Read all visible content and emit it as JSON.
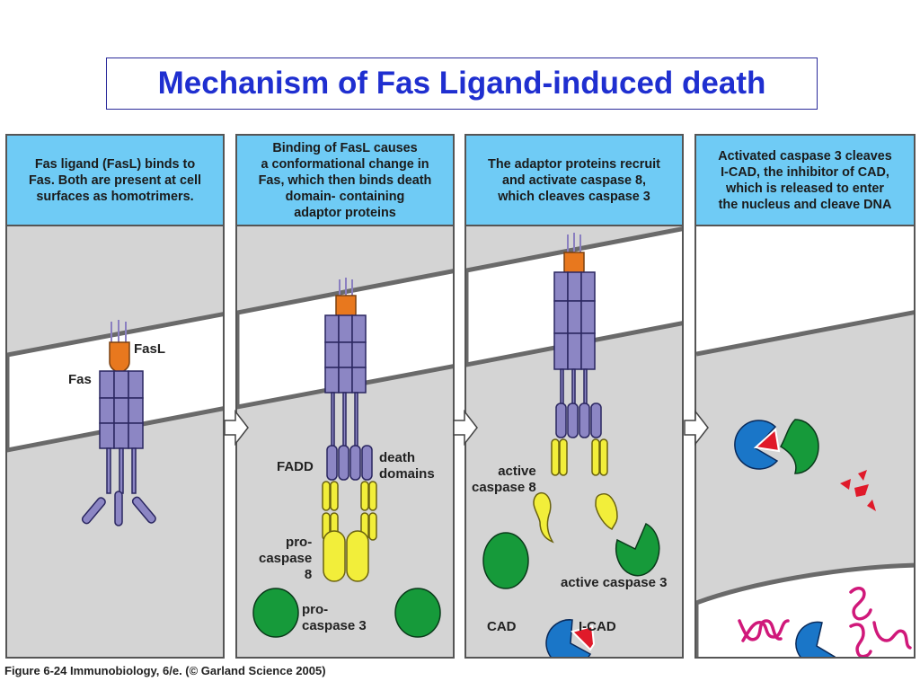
{
  "title": "Mechanism of Fas Ligand-induced death",
  "panels": [
    {
      "caption": "Fas ligand (FasL) binds to\nFas. Both are present at cell\nsurfaces as homotrimers.",
      "labels": {
        "fasl": "FasL",
        "fas": "Fas"
      }
    },
    {
      "caption": "Binding of FasL causes\na conformational change in\nFas, which then binds death\ndomain- containing\nadaptor proteins",
      "labels": {
        "fadd": "FADD",
        "death_domains": "death\ndomains",
        "procaspase8": "pro-\ncaspase\n8",
        "procaspase3": "pro-\ncaspase 3"
      }
    },
    {
      "caption": "The adaptor proteins recruit\nand activate caspase 8,\nwhich cleaves caspase 3",
      "labels": {
        "active_caspase8": "active\ncaspase 8",
        "active_caspase3": "active caspase 3",
        "cad": "CAD",
        "icad": "I-CAD"
      }
    },
    {
      "caption": "Activated caspase 3 cleaves\nI-CAD, the inhibitor of CAD,\nwhich is released to enter\nthe nucleus and cleave DNA",
      "labels": {}
    }
  ],
  "footer": "Figure 6-24  Immunobiology, 6/e. (© Garland Science 2005)",
  "colors": {
    "title": "#1f2fd0",
    "caption_bg": "#6fcbf5",
    "cytoplasm": "#d4d4d4",
    "membrane": "#ffffff",
    "fas": "#8c86c4",
    "fasl": "#e8781e",
    "adaptor": "#f2ee3a",
    "caspase3": "#169a3a",
    "cad": "#1a76c8",
    "icad": "#e01a2a",
    "dna": "#d0187a"
  }
}
